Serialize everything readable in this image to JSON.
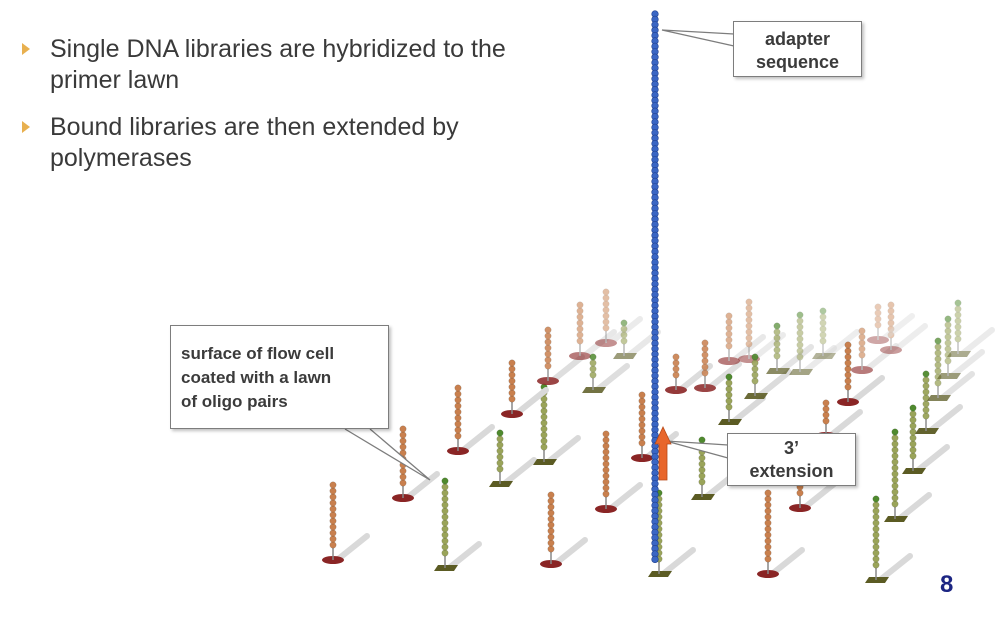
{
  "bullets": [
    {
      "text": "Single DNA libraries are hybridized to the primer lawn"
    },
    {
      "text": "Bound libraries are then extended by polymerases"
    }
  ],
  "callouts": {
    "adapter": {
      "line1": "adapter",
      "line2": "sequence"
    },
    "surface": {
      "line1": "surface of flow cell",
      "line2": "coated with a lawn",
      "line3": "of oligo pairs"
    },
    "extension": {
      "line1": "3’",
      "line2": "extension"
    }
  },
  "page_number": "8",
  "colors": {
    "bullet_marker": "#e8b04f",
    "adapter_strand": "#3a66c4",
    "extension_arrow": "#e8662b",
    "brown_bead": "#c9804e",
    "brown_base": "#8a2525",
    "green_bead": "#9aa45a",
    "green_tip": "#4f8a2e",
    "green_base": "#5b5b23",
    "page_number": "#1c2583"
  }
}
